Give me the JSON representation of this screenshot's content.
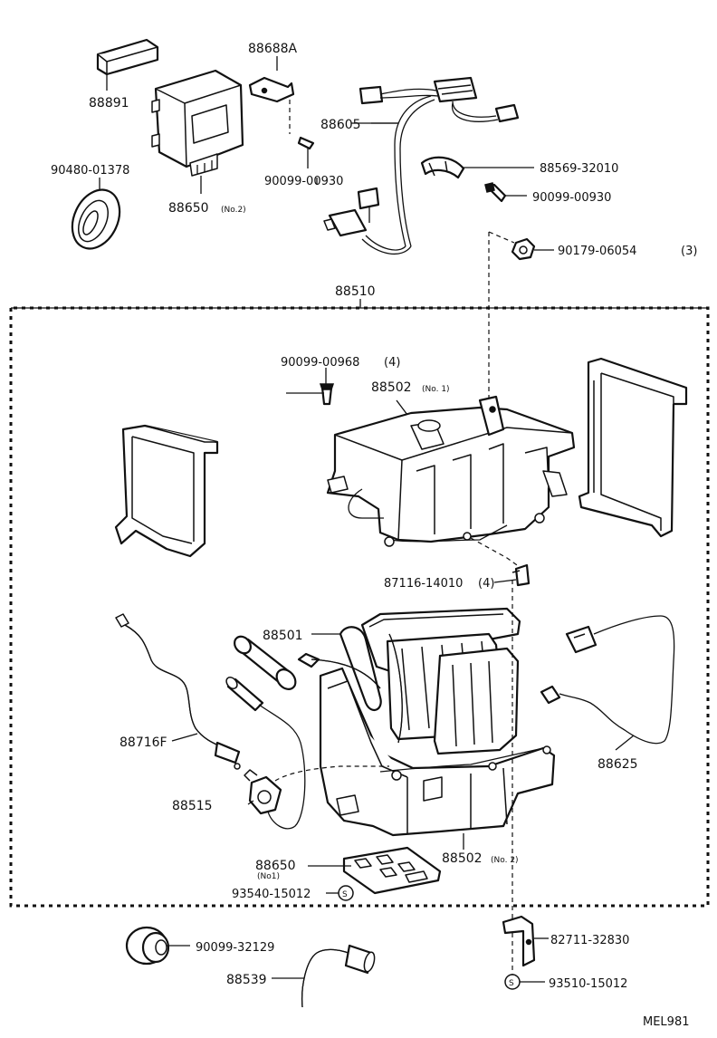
{
  "parts": {
    "p88891": "88891",
    "p88688a": "88688A",
    "p88605": "88605",
    "p90480": "90480-01378",
    "p90099_00930_a": "90099-00930",
    "p88569": "88569-32010",
    "p88650_no2": "88650",
    "p88650_no2_sub": "(No.2)",
    "p90099_00930_b": "90099-00930",
    "p90179": "90179-06054",
    "p90179_qty": "(3)",
    "p88510": "88510",
    "p90099_00968": "90099-00968",
    "p90099_00968_qty": "(4)",
    "p88502_no1": "88502",
    "p88502_no1_sub": "(No. 1)",
    "p87116": "87116-14010",
    "p87116_qty": "(4)",
    "p88501": "88501",
    "p88716f": "88716F",
    "p88625": "88625",
    "p88515": "88515",
    "p88650_no1": "88650",
    "p88650_no1_sub": "(No1)",
    "p88502_no2": "88502",
    "p88502_no2_sub": "(No. 2)",
    "p93540": "93540-15012",
    "p90099_32129": "90099-32129",
    "p82711": "82711-32830",
    "p88539": "88539",
    "p93510": "93510-15012",
    "s_mark": "S"
  },
  "diagram_code": "MEL981"
}
